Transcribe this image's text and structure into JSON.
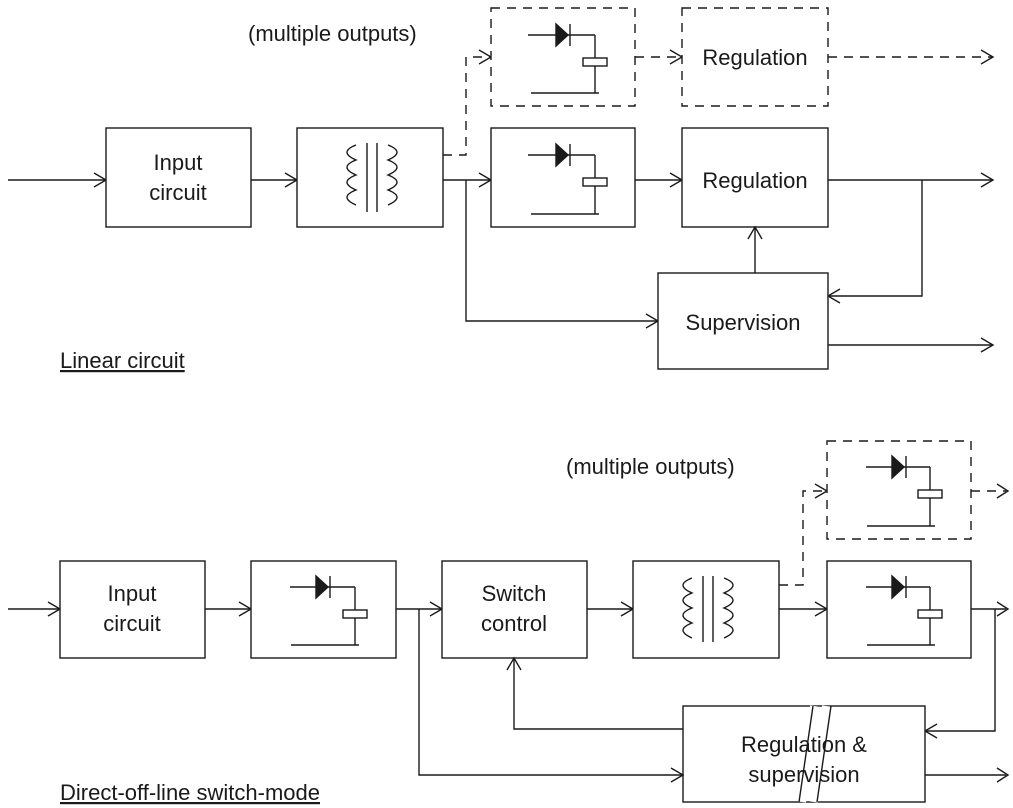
{
  "top": {
    "title": "Linear circuit",
    "multiple_outputs_note": "(multiple outputs)",
    "input_circuit_line1": "Input",
    "input_circuit_line2": "circuit",
    "regulation_dashed": "Regulation",
    "regulation": "Regulation",
    "supervision": "Supervision"
  },
  "bottom": {
    "title": "Direct-off-line switch-mode",
    "multiple_outputs_note": "(multiple outputs)",
    "input_circuit_line1": "Input",
    "input_circuit_line2": "circuit",
    "switch_control_line1": "Switch",
    "switch_control_line2": "control",
    "regulation_supervision_line1": "Regulation &",
    "regulation_supervision_line2": "supervision"
  },
  "icons": {
    "transformer": "transformer-icon",
    "rectifier": "rectifier-icon"
  },
  "colors": {
    "line": "#1a1a1a",
    "background": "#ffffff"
  }
}
